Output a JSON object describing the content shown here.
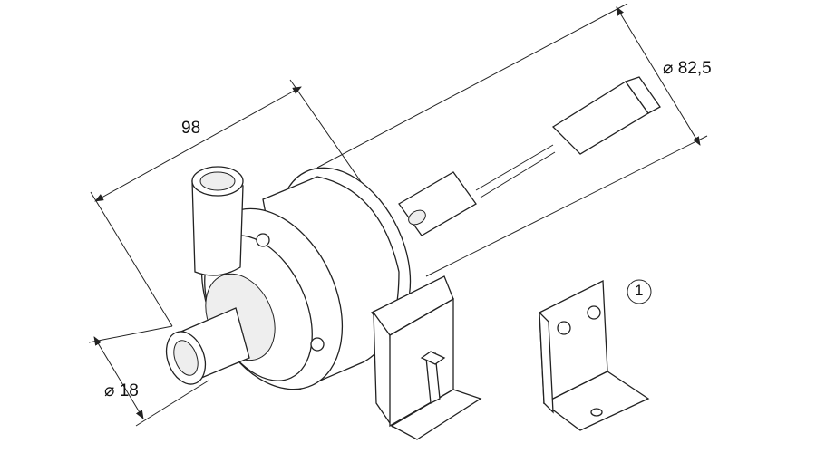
{
  "dimensions": {
    "length": "98",
    "diameter_large": "⌀ 82,5",
    "diameter_small": "⌀ 18"
  },
  "callout": "1"
}
